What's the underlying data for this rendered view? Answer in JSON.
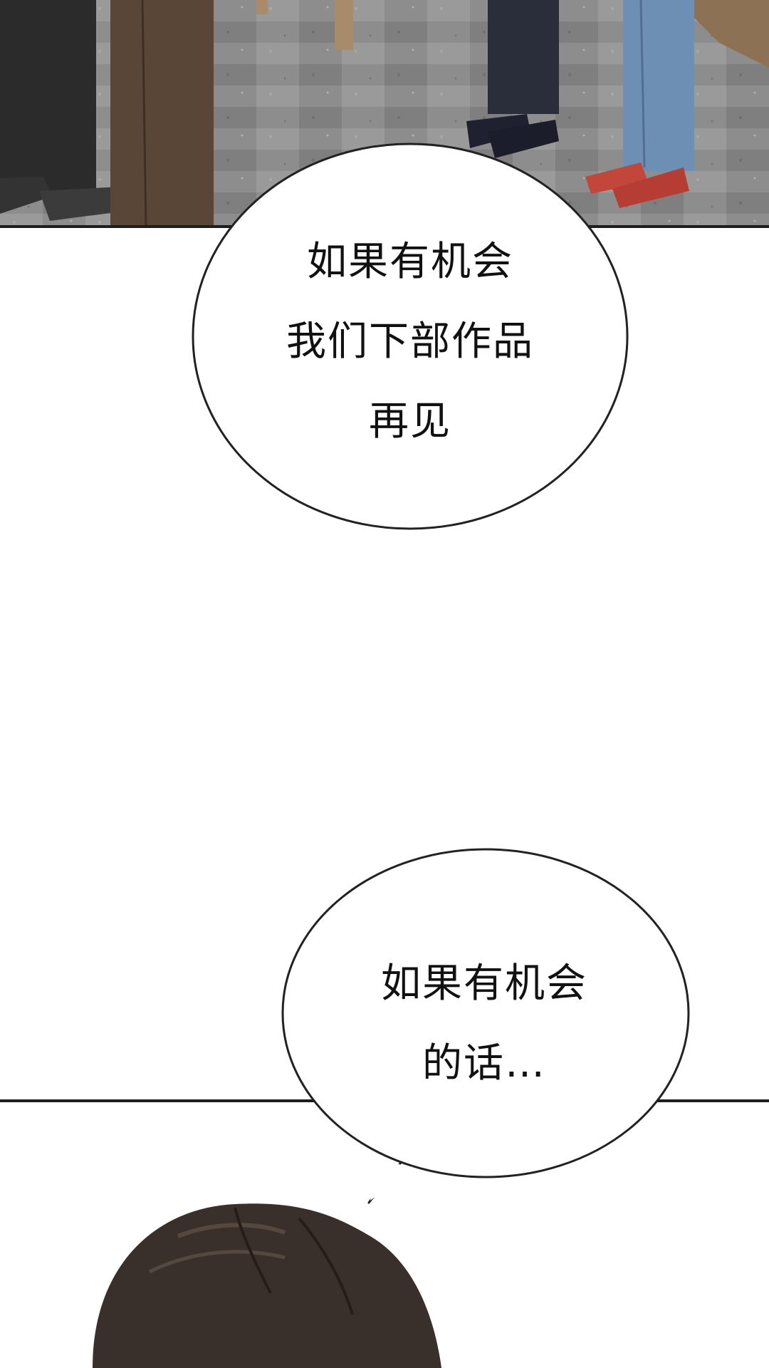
{
  "bubbles": [
    {
      "lines": [
        "如果有机会",
        "我们下部作品",
        "再见"
      ]
    },
    {
      "lines": [
        "如果有机会",
        "的话…"
      ]
    }
  ],
  "colors": {
    "background": "#ffffff",
    "panel_border": "#1e1e1e",
    "floor": "#8a8a8a",
    "bubble_fill": "#ffffff",
    "bubble_stroke": "#222222",
    "hair": "#3a302b",
    "shoe_red": "#c2463a",
    "jeans": "#6d8fb4"
  }
}
